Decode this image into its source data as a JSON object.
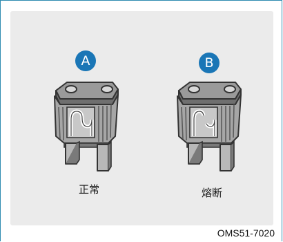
{
  "figure": {
    "fuses": [
      {
        "badge": "A",
        "caption": "正常",
        "state": "normal"
      },
      {
        "badge": "B",
        "caption": "熔断",
        "state": "blown"
      }
    ],
    "figure_code": "OMS51-7020"
  },
  "colors": {
    "border": "#2d8bb0",
    "panel": "#ebebeb",
    "badge": "#1a76b6"
  }
}
